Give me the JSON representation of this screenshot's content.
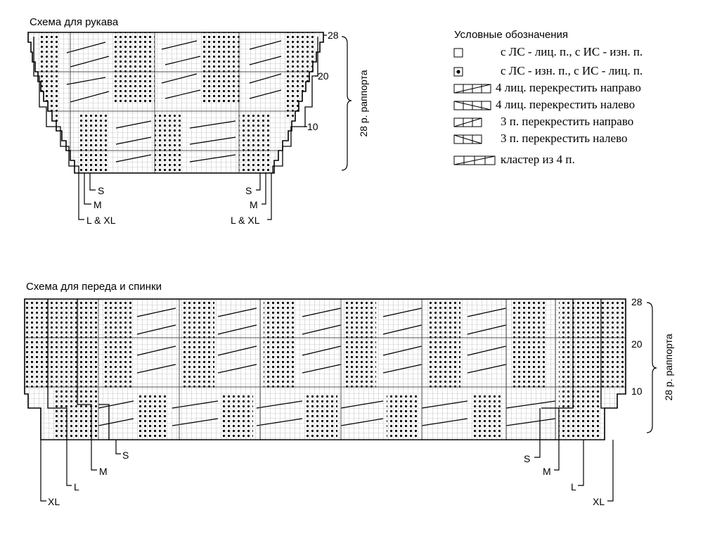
{
  "sleeve": {
    "title": "Схема для рукава",
    "row_labels": [
      "28",
      "20",
      "10"
    ],
    "repeat_label": "28 р. раппорта",
    "size_left": [
      "S",
      "M",
      "L & XL"
    ],
    "size_right": [
      "S",
      "M",
      "L & XL"
    ]
  },
  "body": {
    "title": "Схема для переда и спинки",
    "row_labels": [
      "28",
      "20",
      "10"
    ],
    "repeat_label": "28 р. раппорта",
    "size_left": [
      "S",
      "M",
      "L",
      "XL"
    ],
    "size_right": [
      "S",
      "M",
      "L",
      "XL"
    ]
  },
  "legend": {
    "title": "Условные обозначения",
    "items": [
      {
        "icon": "empty-square-icon",
        "text": "с ЛС - лиц. п., с ИС - изн. п."
      },
      {
        "icon": "dot-square-icon",
        "text": "с ЛС - изн. п., с ИС - лиц. п."
      },
      {
        "icon": "cross-right-4-icon",
        "text": "4 лиц. перекрестить направо"
      },
      {
        "icon": "cross-left-4-icon",
        "text": "4 лиц. перекрестить налево"
      },
      {
        "icon": "cross-right-3-icon",
        "text": "3 п. перекрестить направо"
      },
      {
        "icon": "cross-left-3-icon",
        "text": "3 п. перекрестить налево"
      },
      {
        "icon": "cluster-4-icon",
        "text": "кластер из 4 п."
      }
    ]
  },
  "colors": {
    "ink": "#000000",
    "grid": "#8a8a8a",
    "paper": "#ffffff"
  }
}
